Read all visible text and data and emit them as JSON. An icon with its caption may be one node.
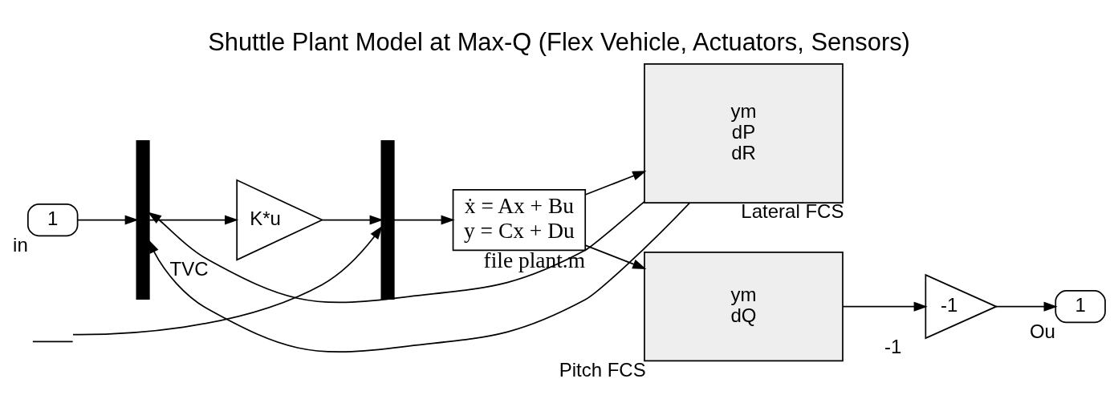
{
  "diagram": {
    "title": "Shuttle Plant Model at Max-Q (Flex Vehicle, Actuators, Sensors)",
    "nodes": [
      {
        "text": [
          "1"
        ],
        "beside": [
          "in"
        ]
      },
      {
        "text": [],
        "shape": "bar"
      },
      {
        "text": [
          "K*u"
        ],
        "beside": [
          "TVC"
        ]
      },
      {
        "text": [],
        "shape": "bar"
      },
      {
        "text": [],
        "shape": "ground"
      },
      {
        "text": [
          "ẋ = Ax + Bu",
          "y = Cx + Du"
        ],
        "beside": [
          "file plant.m"
        ]
      },
      {
        "text": [
          "ym",
          "dP",
          "dR"
        ],
        "beside": [
          "Lateral FCS"
        ]
      },
      {
        "text": [
          "ym",
          "dQ"
        ],
        "beside": [
          "Pitch FCS"
        ]
      },
      {
        "text": [
          "-1"
        ],
        "beside": [
          "-1"
        ]
      },
      {
        "text": [
          "1"
        ],
        "beside": [
          "Ou"
        ]
      }
    ],
    "edges": [
      {
        "from": 0,
        "to": 1,
        "arrow": "to"
      },
      {
        "from": 1,
        "to": 2,
        "arrow": "to"
      },
      {
        "from": 2,
        "to": 3,
        "arrow": "to"
      },
      {
        "from": 4,
        "to": 3,
        "arrow": "to"
      },
      {
        "from": 3,
        "to": 5,
        "arrow": "to"
      },
      {
        "from": 5,
        "to": 6,
        "arrow": "to"
      },
      {
        "from": 5,
        "to": 7,
        "arrow": "to"
      },
      {
        "from": 6,
        "to": 1,
        "arrow": "to"
      },
      {
        "from": 6,
        "to": 1,
        "arrow": "to"
      },
      {
        "from": 7,
        "to": 8,
        "arrow": "to"
      },
      {
        "from": 8,
        "to": 9,
        "arrow": "to"
      }
    ]
  }
}
